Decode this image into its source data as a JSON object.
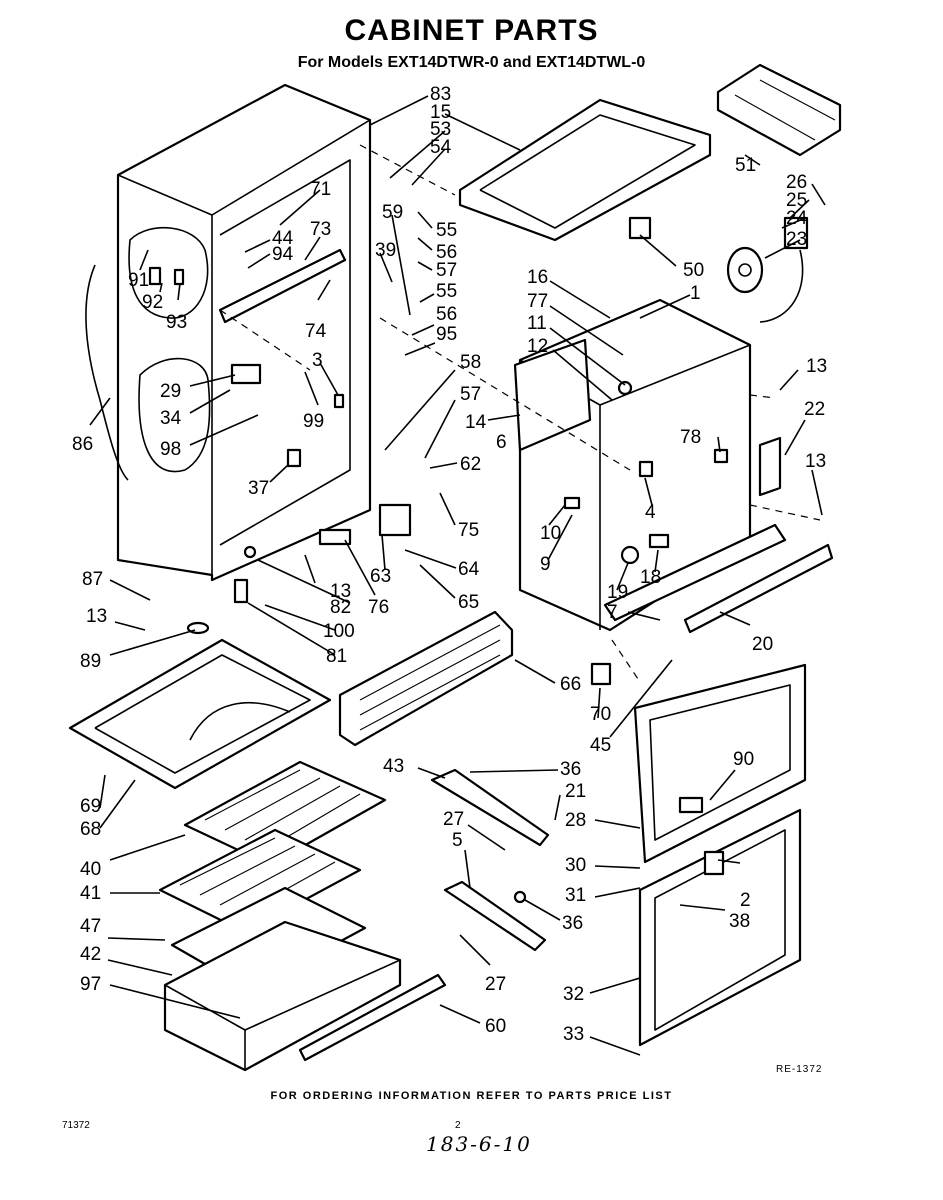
{
  "title": "CABINET PARTS",
  "subtitle": "For Models EXT14DTWR-0 and EXT14DTWL-0",
  "footer": "FOR ORDERING INFORMATION REFER TO PARTS PRICE LIST",
  "doc_number": "71372",
  "page_number": "2",
  "handwritten_note": "183-6-10",
  "drawing_number": "RE-1372",
  "callouts": [
    "83",
    "15",
    "53",
    "54",
    "71",
    "44",
    "94",
    "73",
    "91",
    "92",
    "93",
    "59",
    "39",
    "55",
    "56",
    "57",
    "55",
    "56",
    "95",
    "74",
    "3",
    "99",
    "58",
    "57",
    "62",
    "29",
    "34",
    "98",
    "86",
    "37",
    "6",
    "75",
    "63",
    "76",
    "13",
    "82",
    "64",
    "65",
    "87",
    "13",
    "100",
    "89",
    "81",
    "51",
    "26",
    "25",
    "24",
    "23",
    "50",
    "16",
    "77",
    "11",
    "12",
    "1",
    "13",
    "22",
    "14",
    "78",
    "13",
    "10",
    "9",
    "4",
    "19",
    "18",
    "7",
    "20",
    "66",
    "70",
    "45",
    "43",
    "36",
    "21",
    "27",
    "5",
    "28",
    "30",
    "31",
    "36",
    "2",
    "38",
    "27",
    "90",
    "69",
    "68",
    "40",
    "41",
    "47",
    "42",
    "97",
    "60",
    "32",
    "33"
  ]
}
